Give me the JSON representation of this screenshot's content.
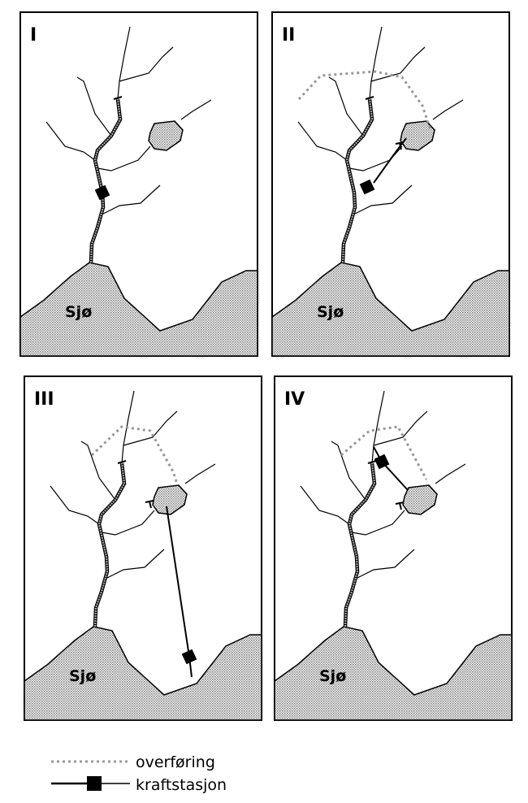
{
  "panels": [
    {
      "id": "I",
      "label": "I",
      "sea_label": "Sjø"
    },
    {
      "id": "II",
      "label": "II",
      "sea_label": "Sjø"
    },
    {
      "id": "III",
      "label": "III",
      "sea_label": "Sjø"
    },
    {
      "id": "IV",
      "label": "IV",
      "sea_label": "Sjø"
    }
  ],
  "legend": {
    "transfer_label": "overføring",
    "station_label": "kraftstasjon"
  },
  "colors": {
    "ink": "#000000",
    "stipple": "#9a9a9a",
    "background": "#ffffff"
  }
}
